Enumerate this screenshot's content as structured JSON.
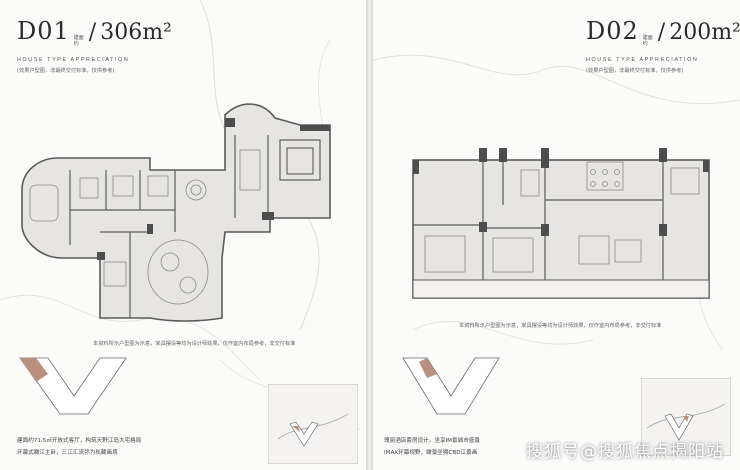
{
  "left": {
    "code": "D01",
    "slash": "/",
    "area": "306m²",
    "tag_lines": [
      "建面",
      "约"
    ],
    "subtitle_en": "HOUSE TYPE APPRECIATION",
    "subtitle_cn": "(效果户型图，非最终交付标准，仅供参考)",
    "disclaimer": "本资料所示户型图为示意，家具摆设等均为设计师效果，仅作室内布局参考，非交付标准",
    "feature_lines": [
      "建面约71.5㎡开放式客厅，构筑天野江岛大宅格局",
      "环幕式瞰江主卧，三江汇流弥为私藏画境"
    ]
  },
  "right": {
    "code": "D02",
    "slash": "/",
    "area": "200m²",
    "tag_lines": [
      "建面",
      "约"
    ],
    "subtitle_en": "HOUSE TYPE APPRECIATION",
    "subtitle_cn": "(效果户型图，非最终交付标准，仅供参考)",
    "disclaimer": "本资料所示户型图为示意，家具摆设等均为设计师效果，仅作室内布局参考，非交付标准",
    "feature_lines": [
      "瑰丽酒店套房设计，坐享IM景城市盛景",
      "IMAX环幕视野，瞰景坐拥CBD江景画"
    ]
  },
  "watermark": "搜狐号@搜狐焦点揭阳站",
  "colors": {
    "wall": "#595959",
    "floor": "#e6e5e2",
    "accent": "#b98f7f",
    "text": "#2b2b2b"
  }
}
